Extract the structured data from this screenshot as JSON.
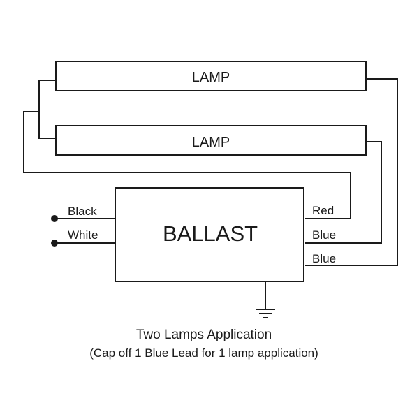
{
  "diagram": {
    "lamps": [
      {
        "label": "LAMP"
      },
      {
        "label": "LAMP"
      }
    ],
    "ballast": {
      "label": "BALLAST"
    },
    "inputs": [
      {
        "label": "Black"
      },
      {
        "label": "White"
      }
    ],
    "outputs": [
      {
        "label": "Red"
      },
      {
        "label": "Blue"
      },
      {
        "label": "Blue"
      }
    ],
    "caption": "Two Lamps Application",
    "subcaption": "(Cap off 1 Blue Lead for 1 lamp application)",
    "colors": {
      "line": "#1a1a1a",
      "background": "#ffffff"
    }
  }
}
